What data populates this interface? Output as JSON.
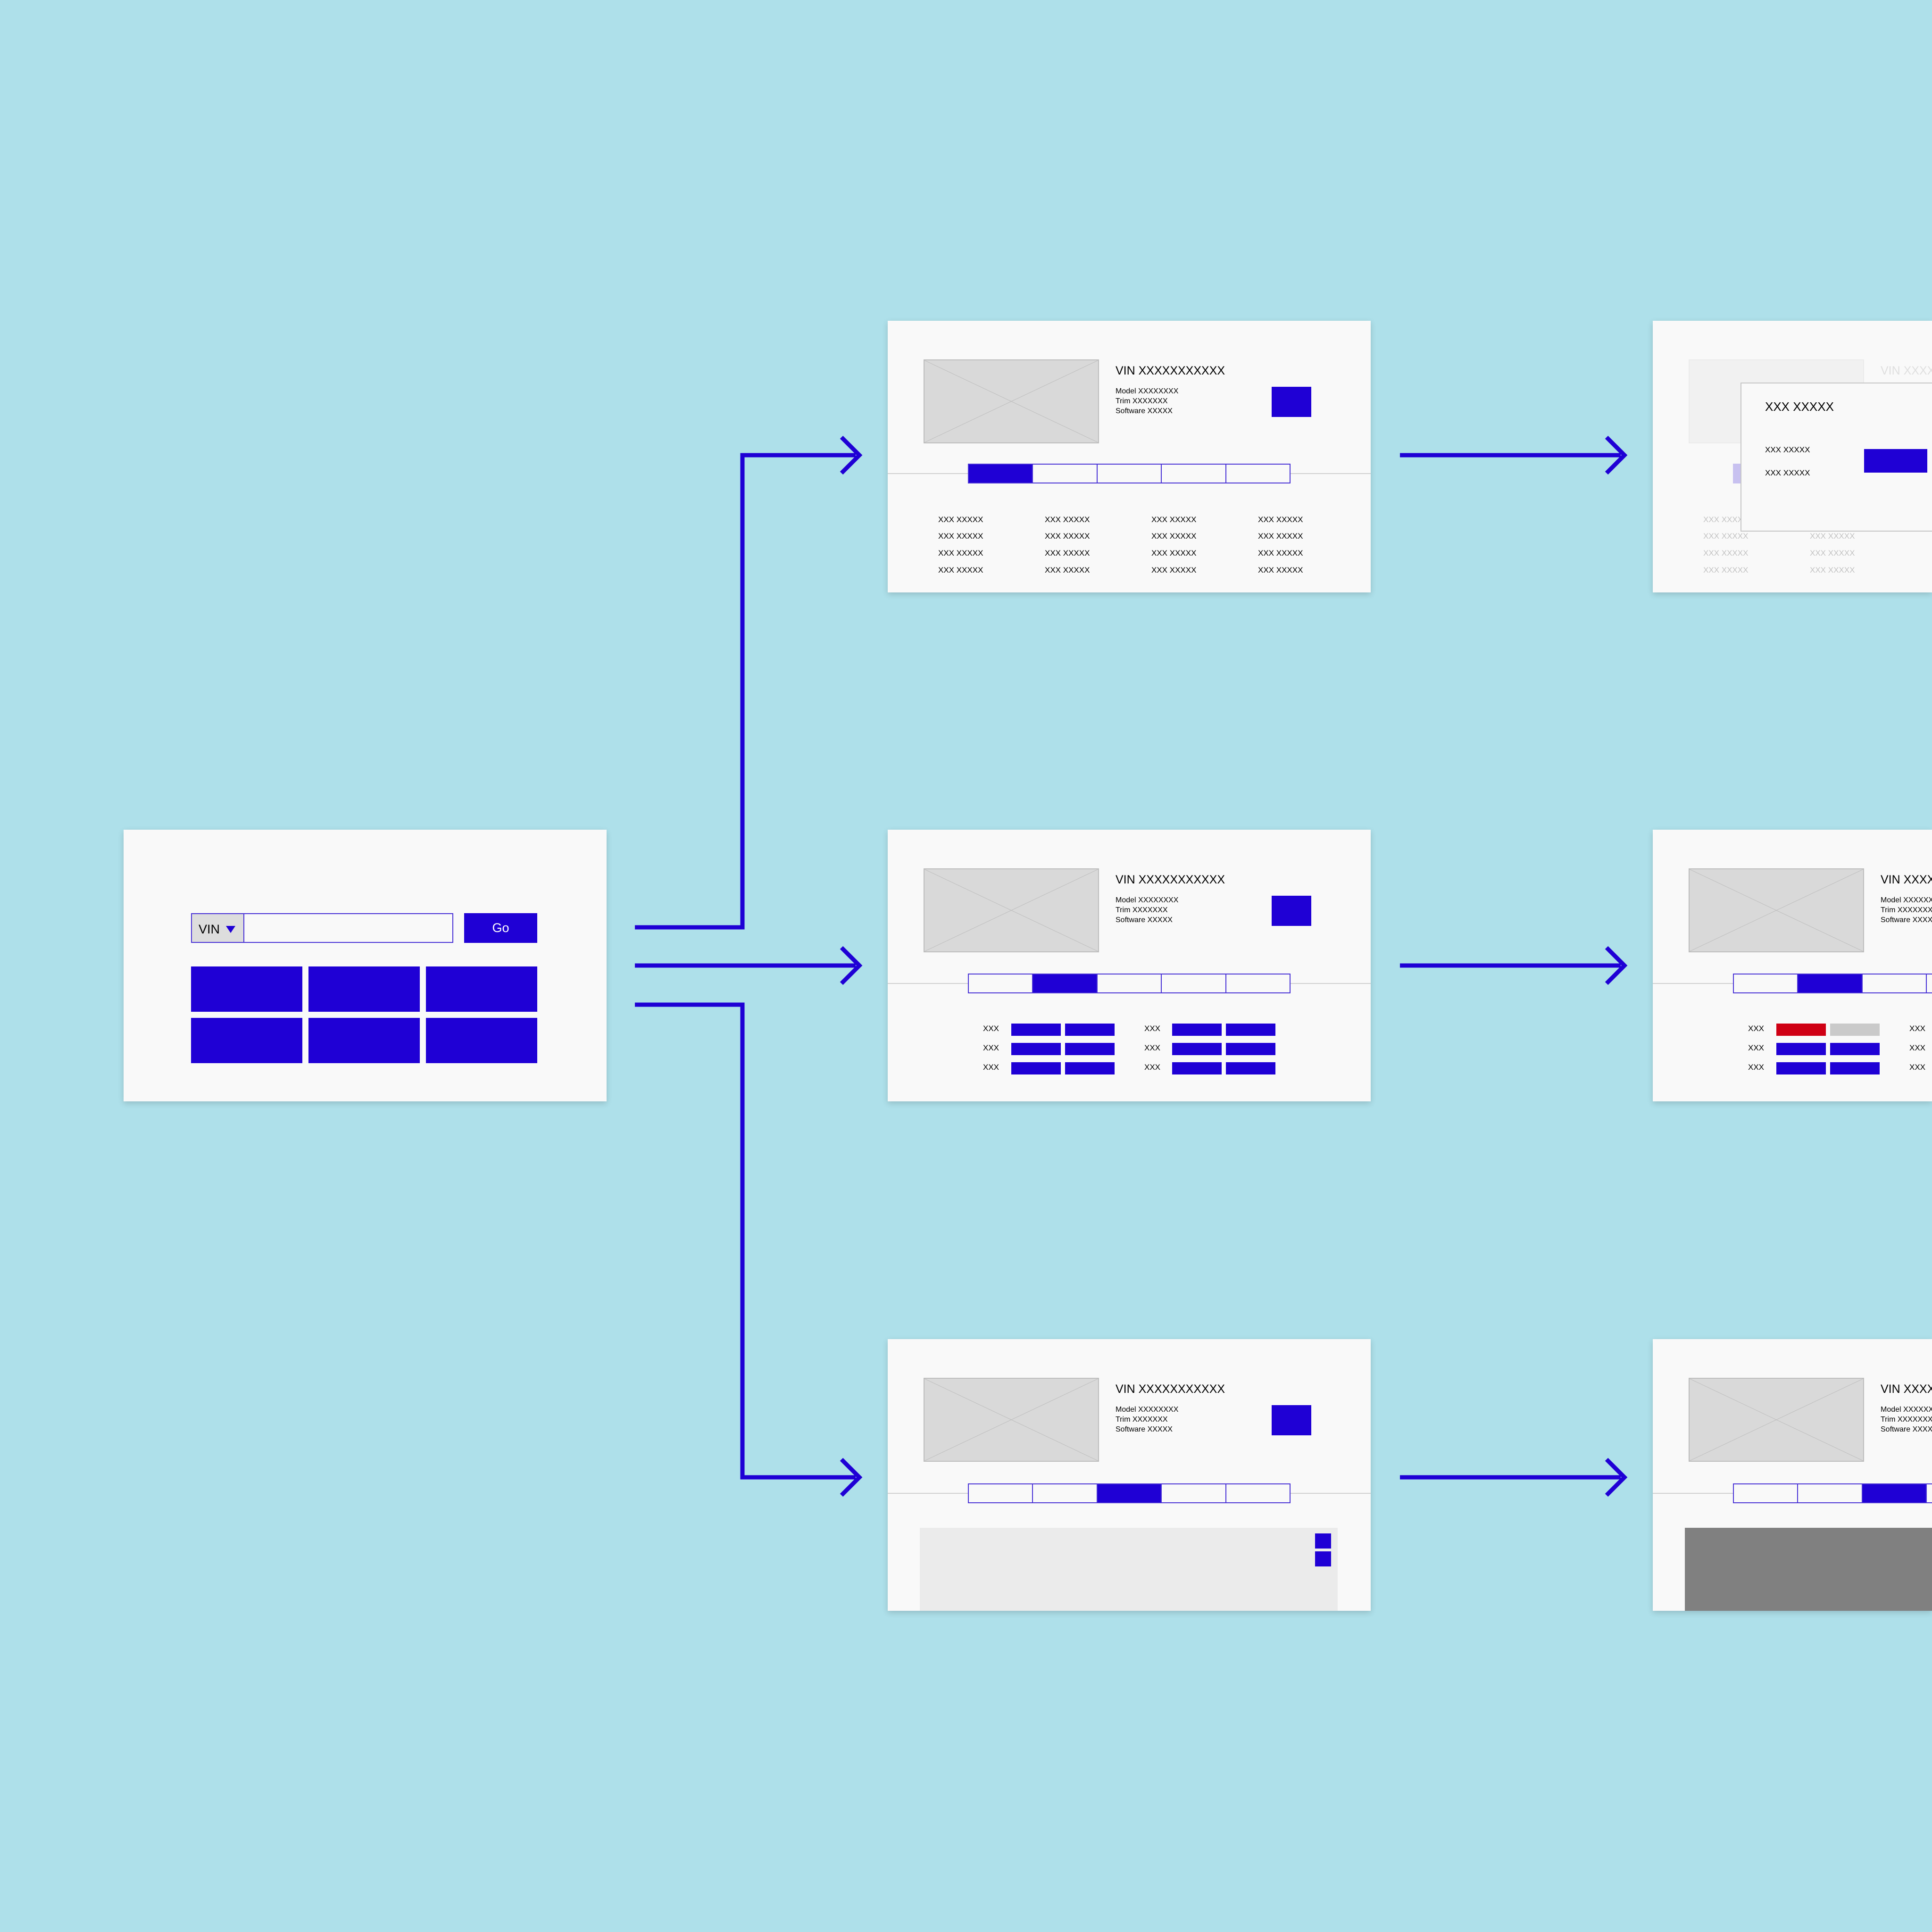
{
  "colors": {
    "background": "#aee0ea",
    "accent": "#1f00d5",
    "card": "#f9f9f9",
    "placeholder": "#d9d9d9",
    "error": "#cf0014",
    "dark_panel": "#808080"
  },
  "search_screen": {
    "vin_label": "VIN",
    "dropdown_icon": "caret-down-icon",
    "go_label": "Go"
  },
  "vehicle": {
    "vin": "VIN XXXXXXXXXXX",
    "model": "Model XXXXXXXX",
    "trim": "Trim XXXXXXX",
    "software": "Software XXXXX"
  },
  "info_list": {
    "item": "XXX XXXXX"
  },
  "grid": {
    "label": "XXX"
  },
  "modal": {
    "title": "XXX XXXXX",
    "row1": "XXX XXXXX",
    "row2": "XXX XXXXX"
  }
}
